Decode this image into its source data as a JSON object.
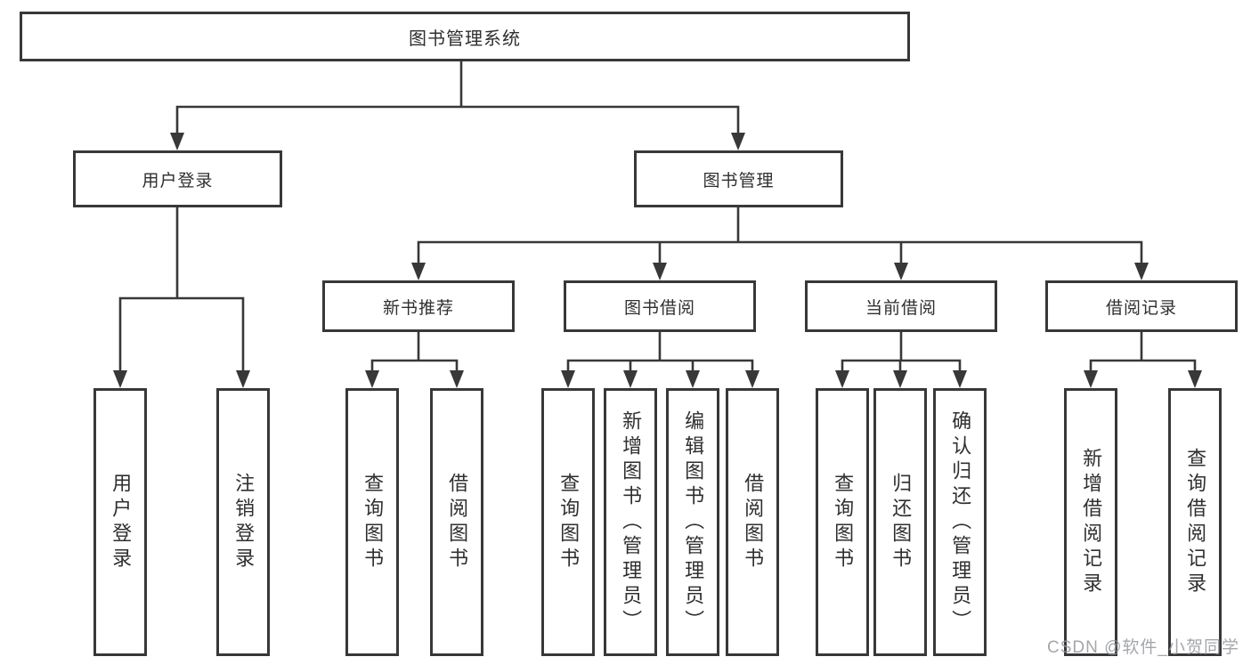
{
  "tree": {
    "root": {
      "label": "图书管理系统"
    },
    "branches": [
      {
        "label": "用户登录",
        "children": [
          {
            "label": "用户登录"
          },
          {
            "label": "注销登录"
          }
        ]
      },
      {
        "label": "图书管理",
        "children": [
          {
            "label": "新书推荐",
            "children": [
              {
                "label": "查询图书"
              },
              {
                "label": "借阅图书"
              }
            ]
          },
          {
            "label": "图书借阅",
            "children": [
              {
                "label": "查询图书"
              },
              {
                "label": "新增图书（管理员）"
              },
              {
                "label": "编辑图书（管理员）"
              },
              {
                "label": "借阅图书"
              }
            ]
          },
          {
            "label": "当前借阅",
            "children": [
              {
                "label": "查询图书"
              },
              {
                "label": "归还图书"
              },
              {
                "label": "确认归还（管理员）"
              }
            ]
          },
          {
            "label": "借阅记录",
            "children": [
              {
                "label": "新增借阅记录"
              },
              {
                "label": "查询借阅记录"
              }
            ]
          }
        ]
      }
    ]
  },
  "watermark": {
    "text": "CSDN @软件_小贺同学"
  },
  "colors": {
    "line": "#383838",
    "text": "#2f2f2f",
    "background": "#ffffff",
    "watermark": "#94979c"
  }
}
